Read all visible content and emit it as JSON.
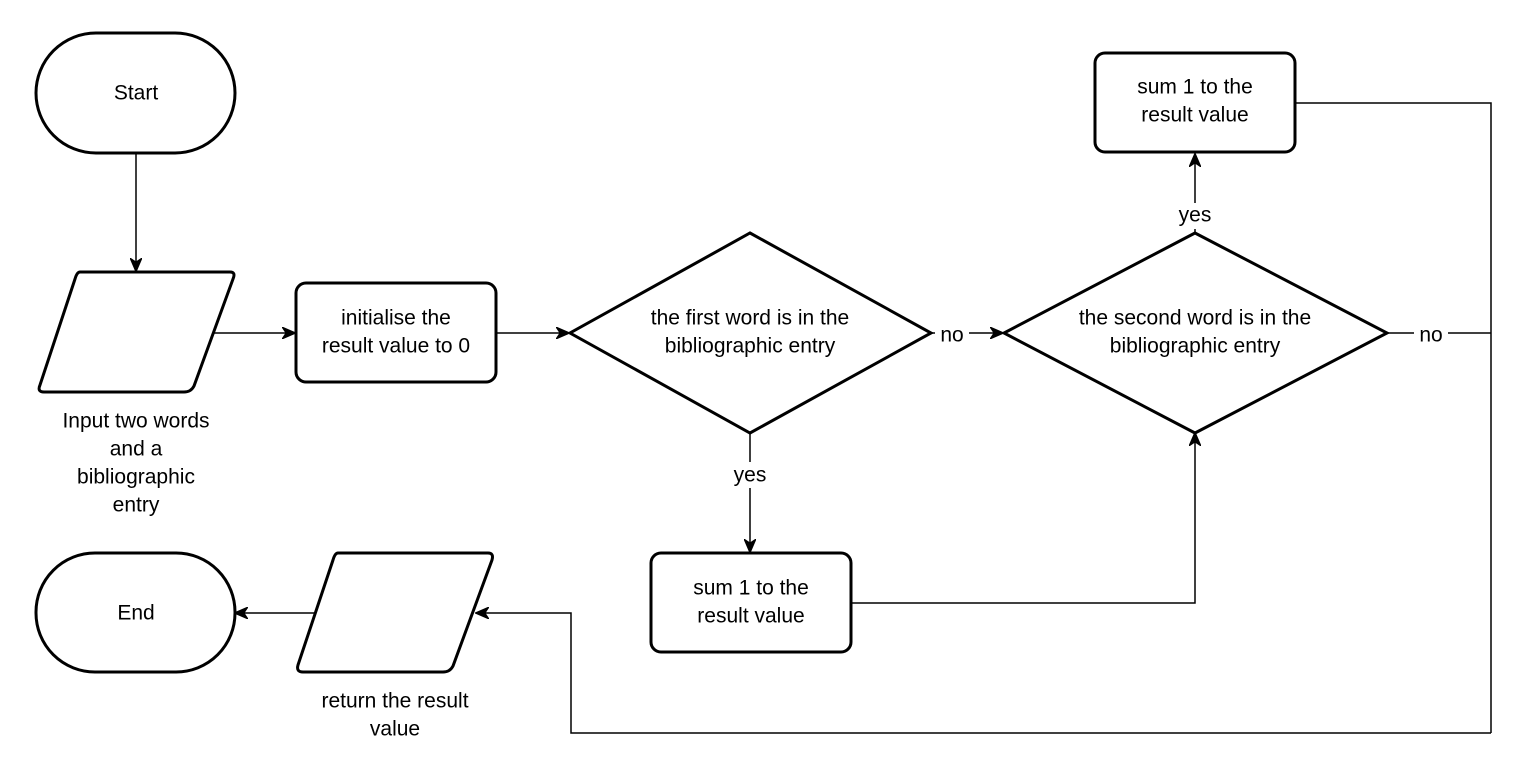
{
  "nodes": {
    "start": "Start",
    "input_line1": "Input two words",
    "input_line2": "and a",
    "input_line3": "bibliographic",
    "input_line4": "entry",
    "init_line1": "initialise the",
    "init_line2": "result value to 0",
    "first_line1": "the first word is in the",
    "first_line2": "bibliographic entry",
    "second_line1": "the second word is in the",
    "second_line2": "bibliographic entry",
    "sum_top_line1": "sum 1 to the",
    "sum_top_line2": "result value",
    "sum_bottom_line1": "sum 1 to the",
    "sum_bottom_line2": "result value",
    "return_line1": "return the result",
    "return_line2": "value",
    "end": "End"
  },
  "edge_labels": {
    "first_no": "no",
    "first_yes": "yes",
    "second_yes": "yes",
    "second_no": "no"
  },
  "colors": {
    "stroke": "#000000",
    "fill": "#ffffff"
  }
}
